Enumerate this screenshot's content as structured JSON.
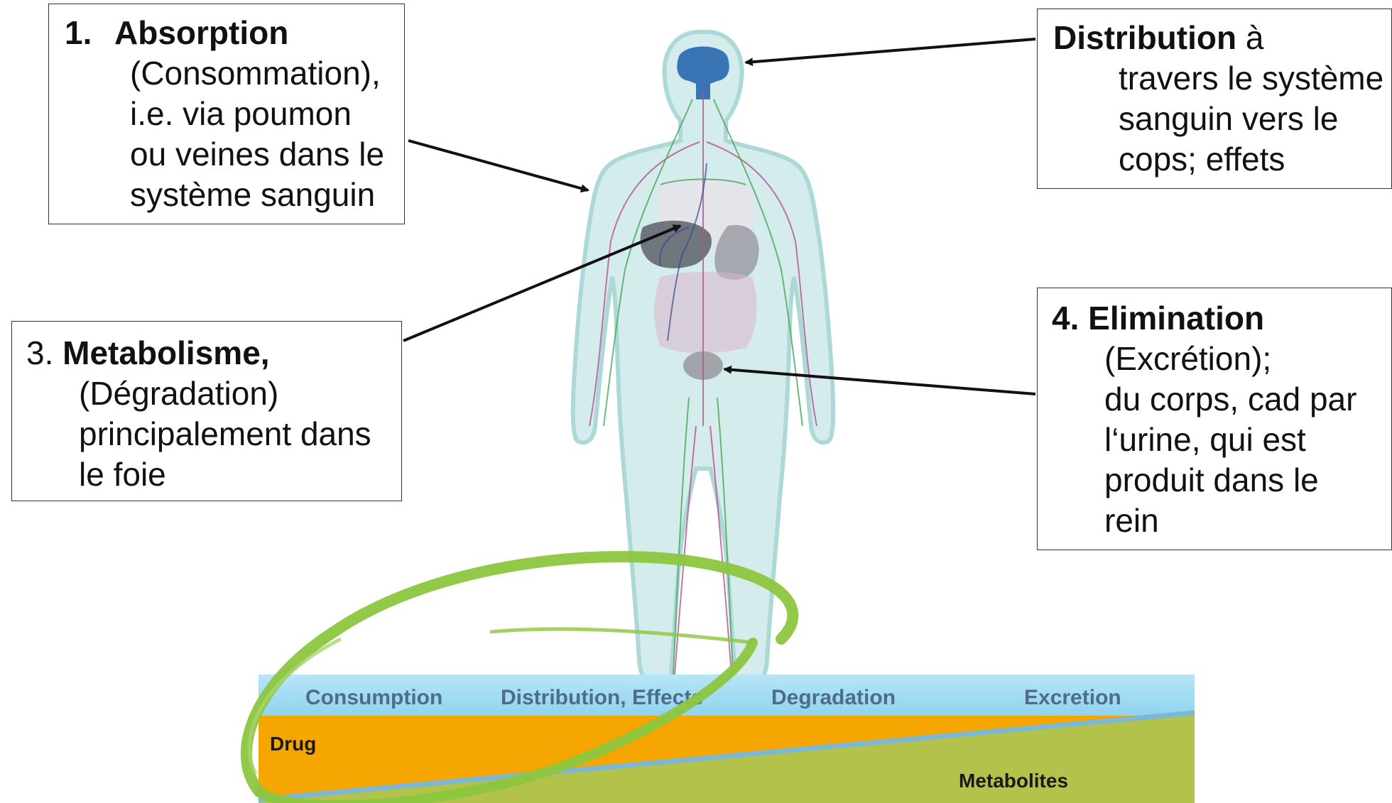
{
  "boxes": {
    "absorption": {
      "number": "1.",
      "title": "Absorption",
      "lines": [
        "(Consommation),",
        "i.e. via poumon",
        "ou veines dans le",
        "système sanguin"
      ]
    },
    "distribution": {
      "title": "Distribution",
      "title_suffix": " à",
      "lines": [
        "travers le système",
        "sanguin vers le",
        "cops; effets"
      ]
    },
    "metabolism": {
      "number": "3.",
      "title": "Metabolisme,",
      "lines": [
        "(Dégradation)",
        "principalement dans",
        "le foie"
      ]
    },
    "elimination": {
      "title": "4. Elimination",
      "lines": [
        "(Excrétion);",
        "du corps, cad par",
        "l‘urine, qui est",
        "produit dans le",
        "rein"
      ]
    }
  },
  "bar": {
    "phases": [
      "Consumption",
      "Distribution, Effects",
      "Degradation",
      "Excretion"
    ],
    "drug_label": "Drug",
    "metabolites_label": "Metabolites"
  },
  "colors": {
    "phase_band": "#8fd3ef",
    "drug": "#f5a600",
    "metabolites": "#b3c24a",
    "divider": "#7cb7d6",
    "green_loop": "#8cc63f",
    "body_fill": "#d3ecec",
    "brain": "#2f6eb0",
    "vessels_arteries": "#b24a8a",
    "vessels_nerves": "#3fa34d",
    "arrow": "#111111"
  },
  "icons": [
    "human-body-illustration",
    "brain-icon",
    "liver-icon",
    "bladder-icon",
    "green-loop-stroke"
  ]
}
